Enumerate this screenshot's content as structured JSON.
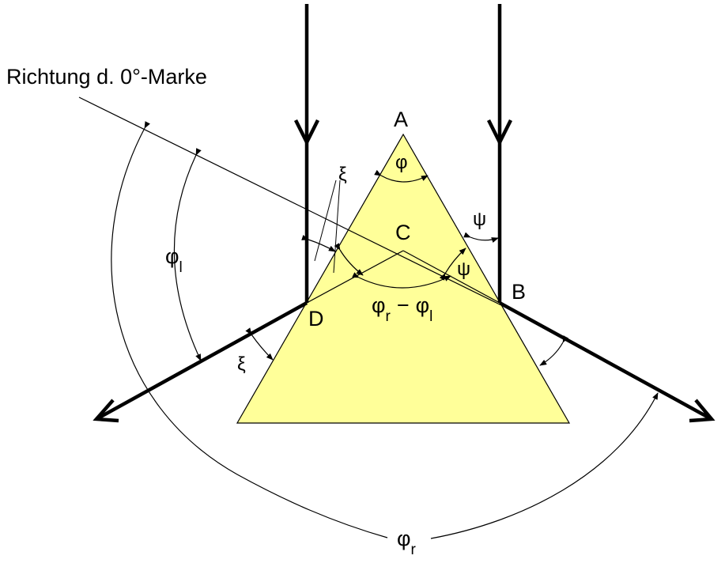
{
  "colors": {
    "prism_fill": "#FFFF99",
    "line": "#000000",
    "background": "#FFFFFF"
  },
  "labels": {
    "direction_marker": "Richtung d. 0°-Marke",
    "vertex_a": "A",
    "vertex_b": "B",
    "vertex_c": "C",
    "vertex_d": "D",
    "phi": "φ",
    "psi_outer": "ψ",
    "psi_inner": "ψ",
    "xi_upper": "ξ",
    "xi_lower": "ξ",
    "phi_l_base": "φ",
    "phi_l_sub": "l",
    "diff_phi1": "φ",
    "diff_sub_r": "r",
    "diff_minus": "−",
    "diff_phi2": "φ",
    "diff_sub_l": "l",
    "phi_r_base": "φ",
    "phi_r_sub": "r"
  }
}
